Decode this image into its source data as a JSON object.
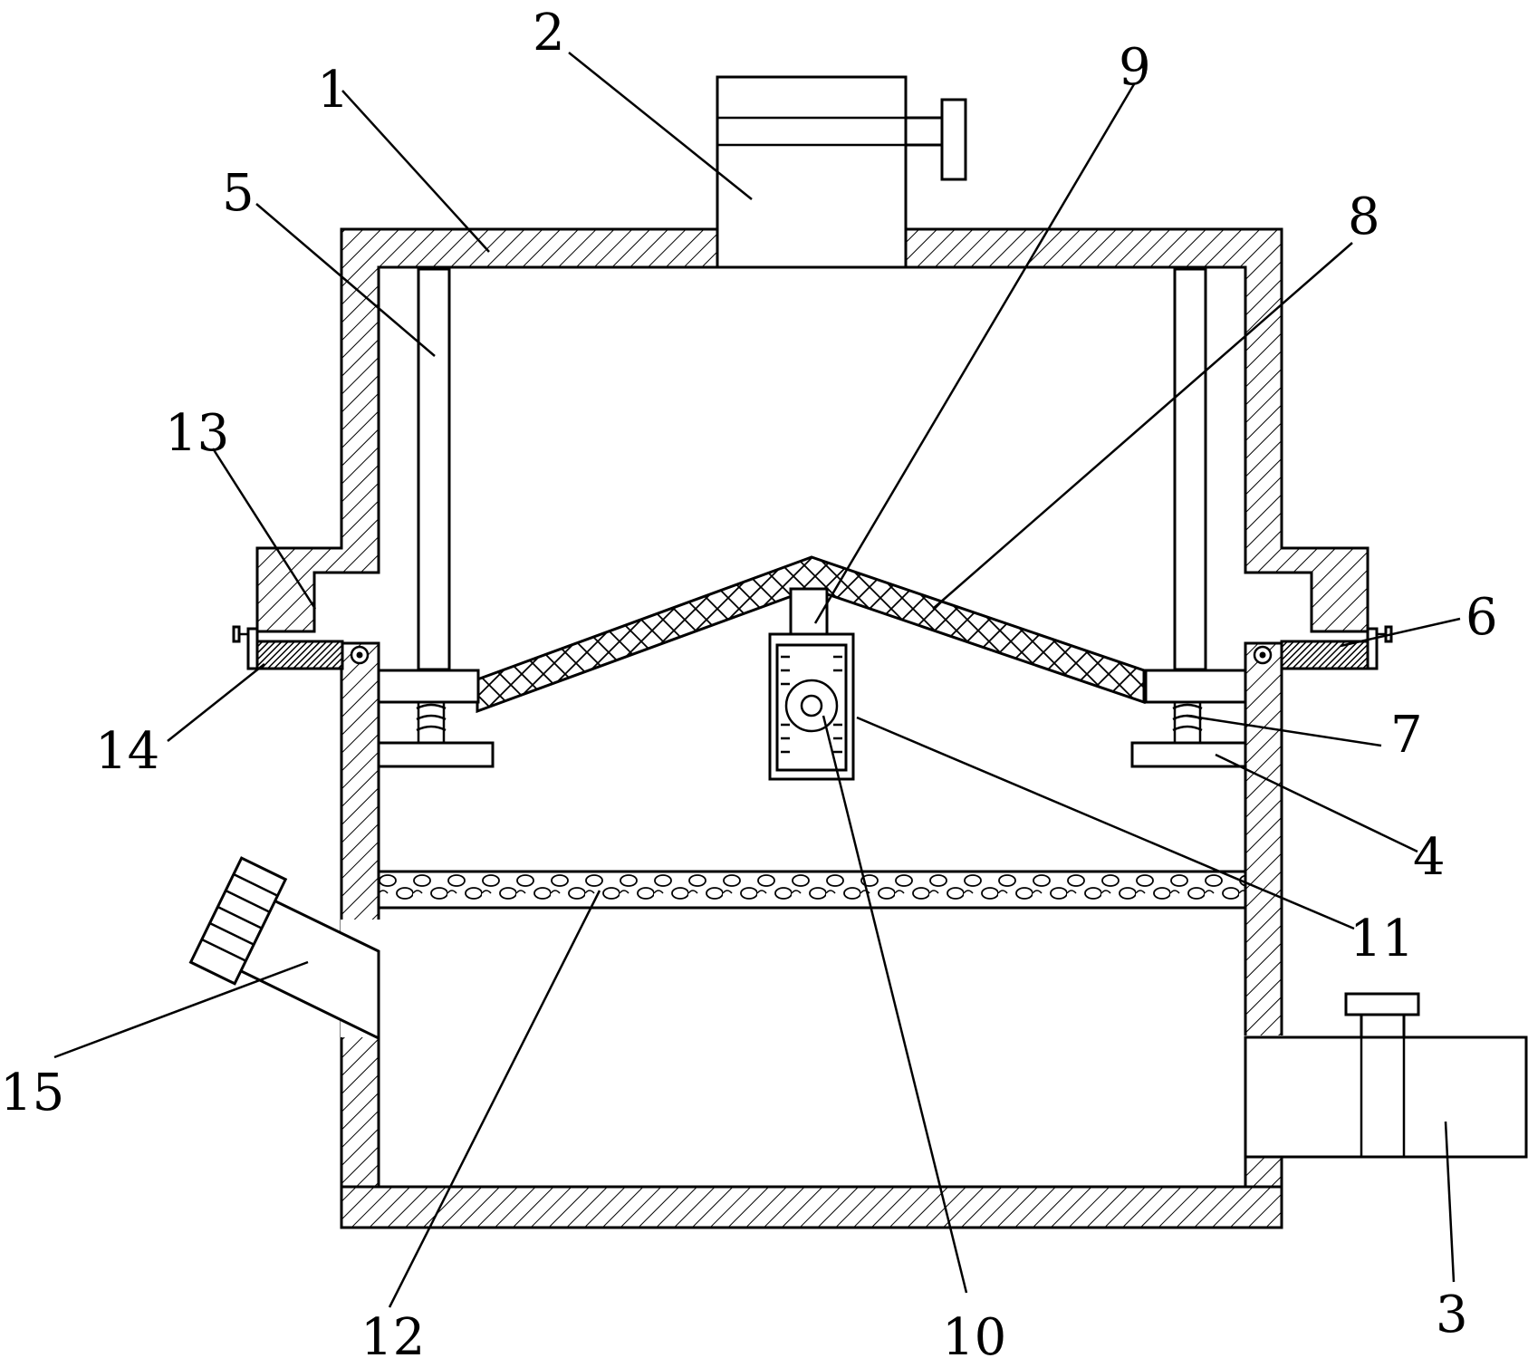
{
  "figure": {
    "callouts": [
      {
        "id": "1",
        "text": "1"
      },
      {
        "id": "2",
        "text": "2"
      },
      {
        "id": "3",
        "text": "3"
      },
      {
        "id": "4",
        "text": "4"
      },
      {
        "id": "5",
        "text": "5"
      },
      {
        "id": "6",
        "text": "6"
      },
      {
        "id": "7",
        "text": "7"
      },
      {
        "id": "8",
        "text": "8"
      },
      {
        "id": "9",
        "text": "9"
      },
      {
        "id": "10",
        "text": "10"
      },
      {
        "id": "11",
        "text": "11"
      },
      {
        "id": "12",
        "text": "12"
      },
      {
        "id": "13",
        "text": "13"
      },
      {
        "id": "14",
        "text": "14"
      },
      {
        "id": "15",
        "text": "15"
      }
    ],
    "colors": {
      "line": "#000000",
      "background": "#ffffff"
    }
  }
}
